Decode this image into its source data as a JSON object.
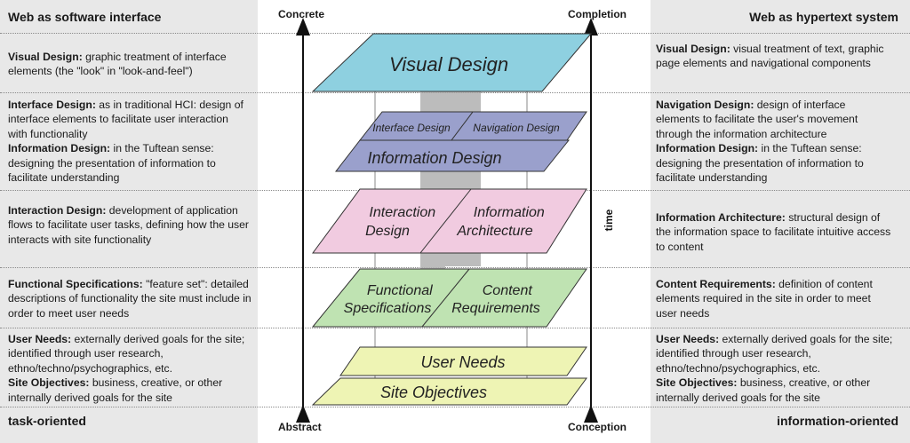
{
  "left": {
    "header": "Web as software interface",
    "footer": "task-oriented",
    "blocks": [
      [
        {
          "term": "Visual Design:",
          "text": "graphic treatment of interface elements (the \"look\" in \"look-and-feel\")"
        }
      ],
      [
        {
          "term": "Interface Design:",
          "text": "as in traditional HCI: design of interface elements to facilitate user interaction with functionality"
        },
        {
          "term": "Information Design:",
          "text": "in the Tuftean sense: designing the presentation of information to facilitate understanding"
        }
      ],
      [
        {
          "term": "Interaction Design:",
          "text": "development of application flows to facilitate user tasks, defining how the user interacts with site functionality"
        }
      ],
      [
        {
          "term": "Functional Specifications:",
          "text": "\"feature set\": detailed descriptions of functionality the site must include in order to meet user needs"
        }
      ],
      [
        {
          "term": "User Needs:",
          "text": "externally derived goals for the site; identified through user research, ethno/techno/psychographics, etc."
        },
        {
          "term": "Site Objectives:",
          "text": "business, creative, or other internally derived goals for the site"
        }
      ]
    ]
  },
  "right": {
    "header": "Web as hypertext system",
    "footer": "information-oriented",
    "blocks": [
      [
        {
          "term": "Visual Design:",
          "text": "visual treatment of text, graphic page elements and navigational components"
        }
      ],
      [
        {
          "term": "Navigation Design:",
          "text": "design of interface elements to facilitate the user's movement through the information architecture"
        },
        {
          "term": "Information Design:",
          "text": "in the Tuftean sense: designing the presentation of information to facilitate understanding"
        }
      ],
      [
        {
          "term": "Information Architecture:",
          "text": "structural design of the information space to facilitate intuitive access to content"
        }
      ],
      [
        {
          "term": "Content Requirements:",
          "text": "definition of content elements required in the site in order to meet user needs"
        }
      ],
      [
        {
          "term": "User Needs:",
          "text": "externally derived goals for the site; identified through user research, ethno/techno/psychographics, etc."
        },
        {
          "term": "Site Objectives:",
          "text": "business, creative, or other internally derived goals for the site"
        }
      ]
    ]
  },
  "axes": {
    "left_top": "Concrete",
    "left_bottom": "Abstract",
    "right_top": "Completion",
    "right_bottom": "Conception",
    "right_side": "time"
  },
  "layers": {
    "visual_design": "Visual Design",
    "interface_design": "Interface Design",
    "navigation_design": "Navigation Design",
    "information_design": "Information Design",
    "interaction_design": [
      "Interaction",
      "Design"
    ],
    "information_architecture": [
      "Information",
      "Architecture"
    ],
    "functional_specifications": [
      "Functional",
      "Specifications"
    ],
    "content_requirements": [
      "Content",
      "Requirements"
    ],
    "user_needs": "User Needs",
    "site_objectives": "Site Objectives"
  },
  "colors": {
    "panel": "#e8e8e8",
    "visual": "#8ed0e0",
    "interface": "#9aa0cc",
    "information_design": "#9aa0cc",
    "interaction": "#f1cbe0",
    "functional": "#bfe3b2",
    "user_needs": "#eef4b4",
    "center_band": "#b0b0b0"
  }
}
